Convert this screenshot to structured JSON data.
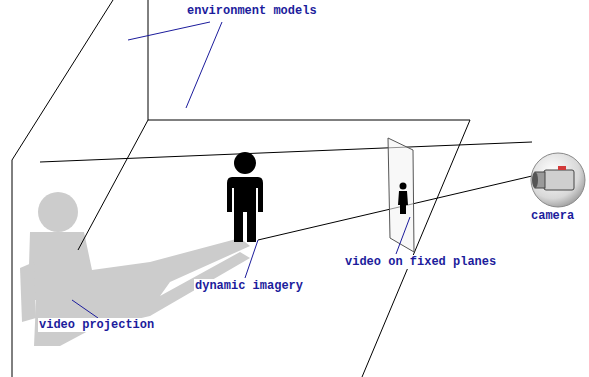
{
  "diagram": {
    "labels": [
      "environment models",
      "camera",
      "video on fixed planes",
      "dynamic imagery",
      "video projection"
    ]
  }
}
